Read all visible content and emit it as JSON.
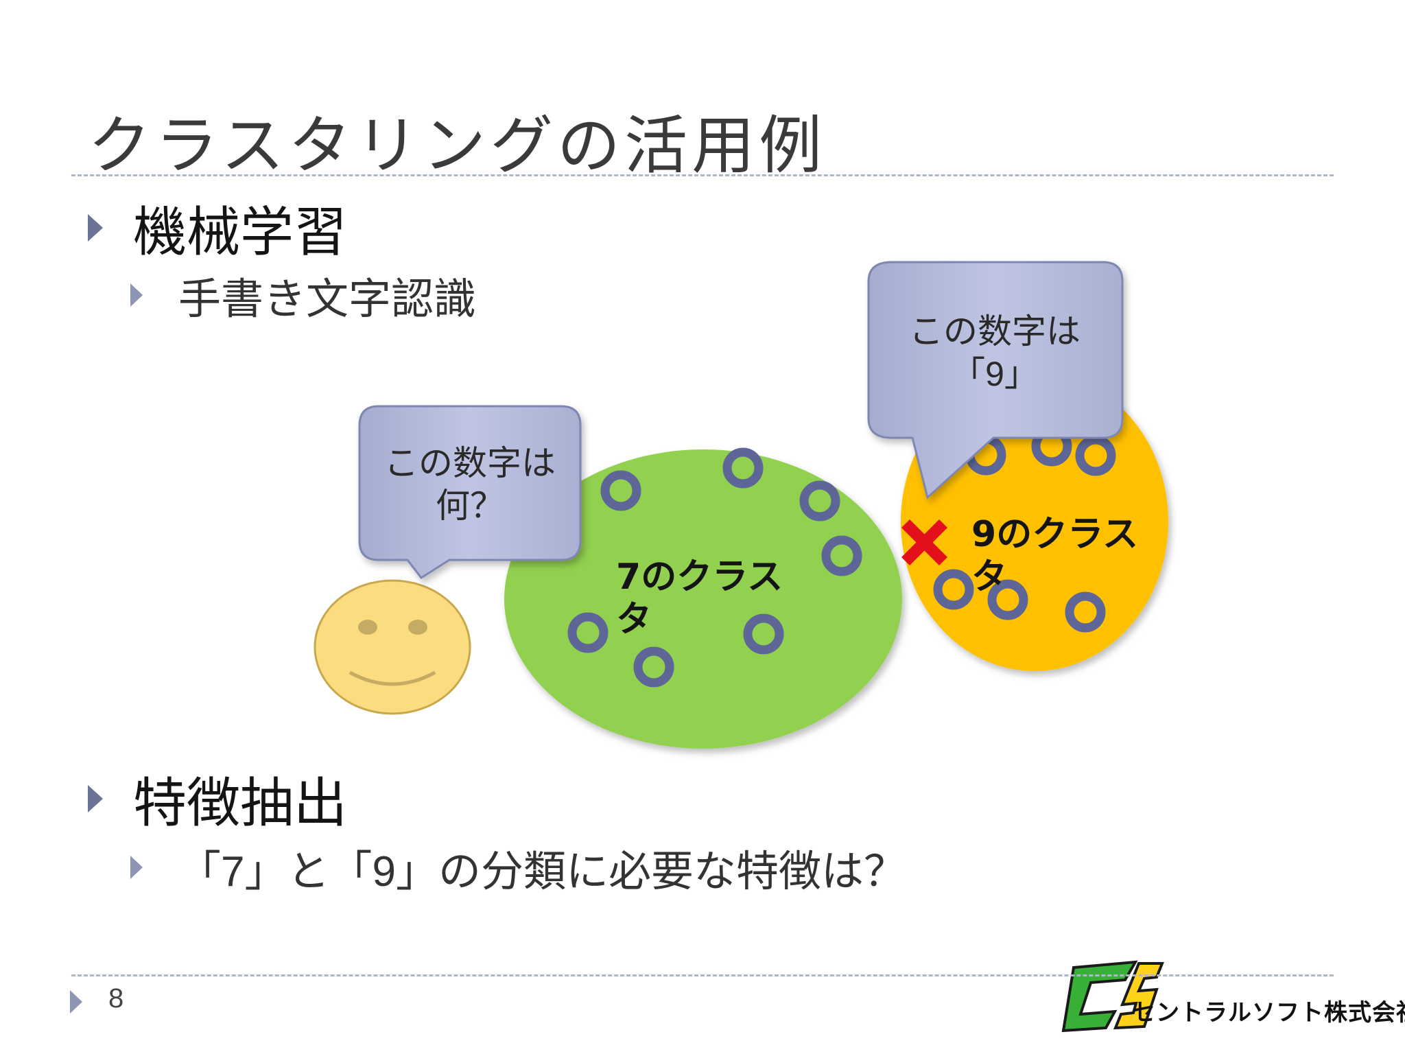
{
  "slide": {
    "title": "クラスタリングの活用例",
    "bullets": [
      {
        "text": "機械学習",
        "subitems": [
          "手書き文字認識"
        ]
      },
      {
        "text": "特徴抽出",
        "subitems_parts": [
          "「",
          "7",
          "」と「",
          "9",
          "」の分類に必要な特徴は？"
        ]
      }
    ],
    "callout_unknown": {
      "line1": "この数字は",
      "line2": "何？"
    },
    "callout_answer": {
      "line1": "この数字は",
      "line2_open": "「",
      "line2_digit": "9",
      "line2_close": "」"
    },
    "cluster_7": {
      "digit": "7",
      "label_line1": "のクラス",
      "label_line2": "タ"
    },
    "cluster_9": {
      "digit": "9",
      "label_line1": "のクラス",
      "label_line2": "タ"
    },
    "page_number": "8",
    "logo": {
      "letters": "CS",
      "company": "セントラルソフト株式会社"
    }
  },
  "colors": {
    "green_cluster": "#92d050",
    "orange_cluster": "#ffc000",
    "callout_fill": "#aeb5d6",
    "marker_ring": "#6068a0",
    "cross": "#e3101b",
    "smiley": "#fbdc80"
  }
}
